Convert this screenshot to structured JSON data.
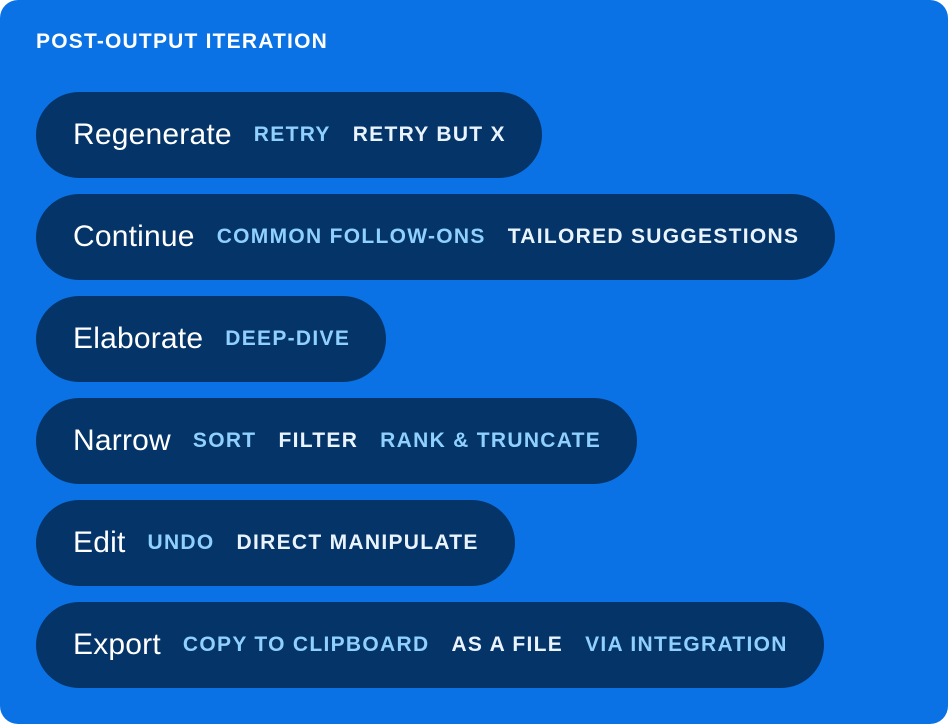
{
  "title": "POST-OUTPUT ITERATION",
  "colors": {
    "panel_background": "#0a72e4",
    "pill_background": "#043468",
    "label_text": "#ffffff",
    "tag_light_blue": "#8fd0ff",
    "tag_white": "#e9f4ff"
  },
  "rows": [
    {
      "label": "Regenerate",
      "tags": [
        {
          "text": "RETRY",
          "tone": "light"
        },
        {
          "text": "RETRY BUT X",
          "tone": "white"
        }
      ]
    },
    {
      "label": "Continue",
      "tags": [
        {
          "text": "COMMON FOLLOW-ONS",
          "tone": "light"
        },
        {
          "text": "TAILORED SUGGESTIONS",
          "tone": "white"
        }
      ]
    },
    {
      "label": "Elaborate",
      "tags": [
        {
          "text": "DEEP-DIVE",
          "tone": "light"
        }
      ]
    },
    {
      "label": "Narrow",
      "tags": [
        {
          "text": "SORT",
          "tone": "light"
        },
        {
          "text": "FILTER",
          "tone": "white"
        },
        {
          "text": "RANK & TRUNCATE",
          "tone": "light"
        }
      ]
    },
    {
      "label": "Edit",
      "tags": [
        {
          "text": "UNDO",
          "tone": "light"
        },
        {
          "text": "DIRECT MANIPULATE",
          "tone": "white"
        }
      ]
    },
    {
      "label": "Export",
      "tags": [
        {
          "text": "COPY TO CLIPBOARD",
          "tone": "light"
        },
        {
          "text": "AS A FILE",
          "tone": "white"
        },
        {
          "text": "VIA INTEGRATION",
          "tone": "light"
        }
      ]
    }
  ]
}
